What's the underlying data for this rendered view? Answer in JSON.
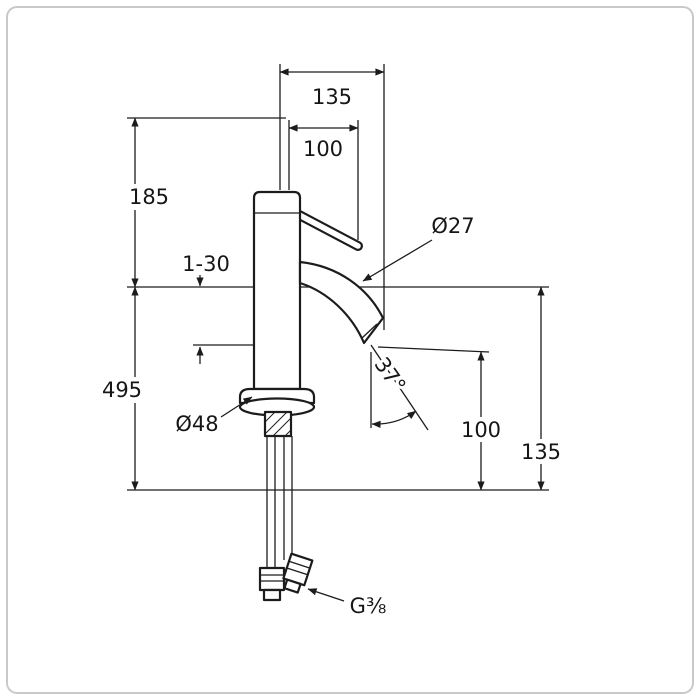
{
  "drawing": {
    "type": "technical-dimension-drawing",
    "subject": "single-lever basin mixer faucet, side view with installation dimensions",
    "background": "#ffffff",
    "line_color": "#1c1c1c",
    "frame_color": "#c9c9c9"
  },
  "dimensions": {
    "spout_reach": "135",
    "lever_reach": "100",
    "body_height": "185",
    "deck_thickness": "1-30",
    "hose_length": "495",
    "spout_diameter": "Ø27",
    "spout_angle": "37°",
    "outlet_height": "100",
    "right_height": "135",
    "base_diameter": "Ø48",
    "thread_size": "G⅜"
  }
}
